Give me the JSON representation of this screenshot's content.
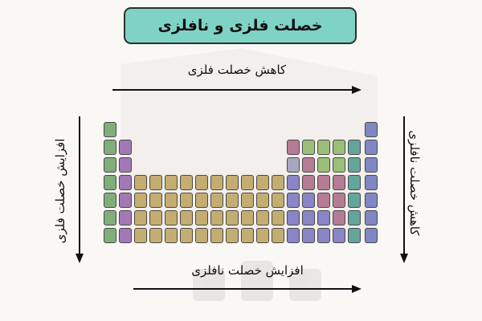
{
  "title": "خصلت فلزی و نافلزی",
  "labels": {
    "top": "کاهش خصلت فلزی",
    "bottom": "افزایش خصلت نافلزی",
    "left": "افزایش خصلت فلزی",
    "right": "کاهش خصلت نافلزی"
  },
  "colors": {
    "title_bg": "#7fd3c5",
    "alkali": "#7fae7a",
    "alkaline_earth": "#a279b5",
    "transition": "#c4ad70",
    "post_transition": "#a9a7c0",
    "metal": "#8985c6",
    "nonmetal": "#9bbf78",
    "halogen": "#62a59d",
    "noble_gas": "#8087c3",
    "metalloid": "#b67b95"
  },
  "table": {
    "group_row_kinds": [
      [
        "alkali",
        "alkali",
        "alkali",
        "alkali",
        "alkali",
        "alkali",
        "alkali"
      ],
      [
        "alkaline_earth",
        "alkaline_earth",
        "alkaline_earth",
        "alkaline_earth",
        "alkaline_earth",
        "alkaline_earth"
      ],
      [
        "transition",
        "transition",
        "transition",
        "transition"
      ],
      [
        "transition",
        "transition",
        "transition",
        "transition"
      ],
      [
        "transition",
        "transition",
        "transition",
        "transition"
      ],
      [
        "transition",
        "transition",
        "transition",
        "transition"
      ],
      [
        "transition",
        "transition",
        "transition",
        "transition"
      ],
      [
        "transition",
        "transition",
        "transition",
        "transition"
      ],
      [
        "transition",
        "transition",
        "transition",
        "transition"
      ],
      [
        "transition",
        "transition",
        "transition",
        "transition"
      ],
      [
        "transition",
        "transition",
        "transition",
        "transition"
      ],
      [
        "transition",
        "transition",
        "transition",
        "transition"
      ],
      [
        "metalloid",
        "post_transition",
        "metal",
        "metal",
        "metal",
        "metal"
      ],
      [
        "nonmetal",
        "metalloid",
        "metalloid",
        "metal",
        "metal",
        "metal"
      ],
      [
        "nonmetal",
        "nonmetal",
        "metalloid",
        "metalloid",
        "metal",
        "metal"
      ],
      [
        "nonmetal",
        "nonmetal",
        "metalloid",
        "metalloid",
        "metalloid",
        "metal"
      ],
      [
        "halogen",
        "halogen",
        "halogen",
        "halogen",
        "halogen",
        "halogen"
      ],
      [
        "noble_gas",
        "noble_gas",
        "noble_gas",
        "noble_gas",
        "noble_gas",
        "noble_gas",
        "noble_gas"
      ]
    ]
  }
}
